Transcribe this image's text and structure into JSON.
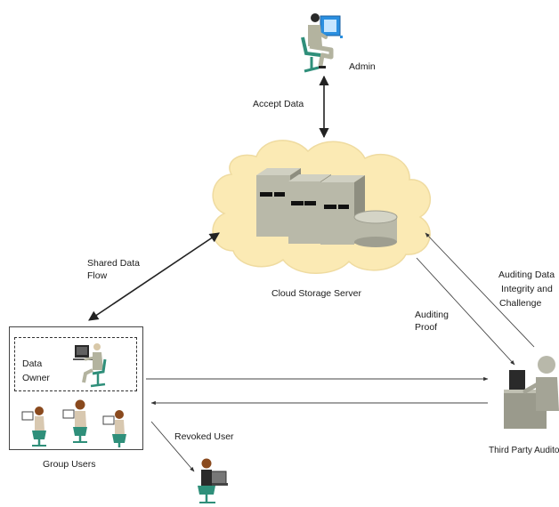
{
  "labels": {
    "admin": "Admin",
    "accept_data": "Accept Data",
    "cloud_server": "Cloud Storage Server",
    "shared_data_flow_1": "Shared Data",
    "shared_data_flow_2": "Flow",
    "auditing_proof_1": "Auditing",
    "auditing_proof_2": "Proof",
    "auditing_challenge_1": "Auditing Data",
    "auditing_challenge_2": "Integrity and",
    "auditing_challenge_3": "Challenge",
    "data_owner_1": "Data",
    "data_owner_2": "Owner",
    "group_users": "Group Users",
    "revoked_user": "Revoked User",
    "third_party_auditor": "Third Party Auditor"
  },
  "colors": {
    "cloud_fill": "#fbeab4",
    "server_body": "#b9b9a9",
    "server_shade": "#8e8e80",
    "person_suit": "#b3b39f",
    "chair_green": "#2f8f7a",
    "monitor_blue": "#2a8fe0",
    "female_hair": "#8a4a1e",
    "auditor_gray": "#9a9a8c",
    "arrow": "#222222"
  }
}
